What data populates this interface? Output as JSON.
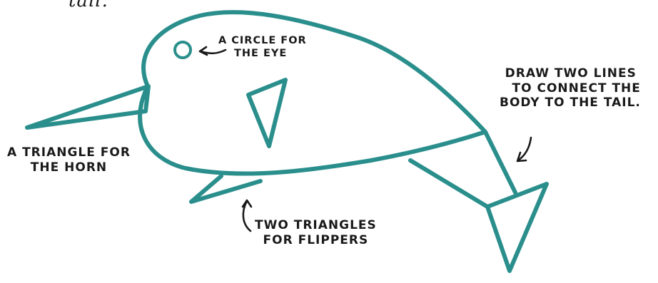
{
  "caption_fragment": "tail.",
  "colors": {
    "outline": "#2a8f8c",
    "ink": "#1a1a1a",
    "background": "#ffffff"
  },
  "labels": {
    "eye": [
      "A CIRCLE FOR",
      "THE EYE"
    ],
    "connecting_lines": [
      "DRAW TWO LINES",
      "TO CONNECT THE",
      "BODY TO THE TAIL."
    ],
    "horn": [
      "A TRIANGLE FOR",
      "THE HORN"
    ],
    "flippers": [
      "TWO TRIANGLES",
      "FOR FLIPPERS"
    ]
  },
  "shapes": [
    "eye-circle",
    "horn-triangle",
    "body-outline",
    "flipper-triangles",
    "tail-triangle",
    "connecting-lines"
  ]
}
